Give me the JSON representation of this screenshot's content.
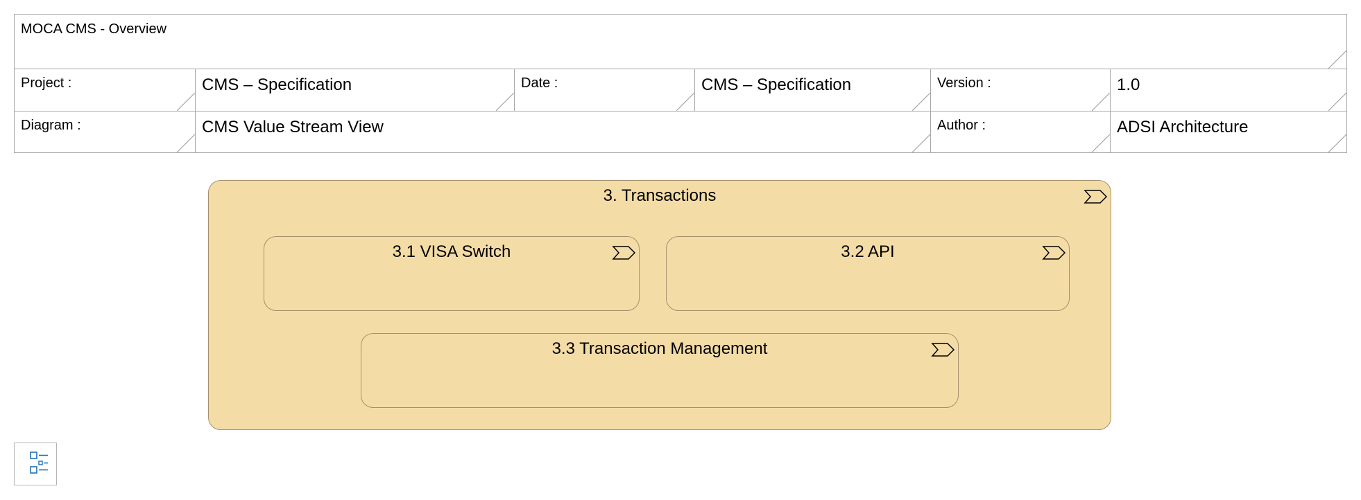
{
  "header": {
    "title": "MOCA CMS - Overview",
    "project_label": "Project :",
    "project_value": "CMS – Specification",
    "date_label": "Date :",
    "date_value": "CMS – Specification",
    "version_label": "Version :",
    "version_value": "1.0",
    "diagram_label": "Diagram :",
    "diagram_value": "CMS Value Stream View",
    "author_label": "Author :",
    "author_value": "ADSI Architecture"
  },
  "diagram": {
    "value_stream": {
      "label": "3. Transactions",
      "stages": [
        {
          "label": "3.1 VISA Switch"
        },
        {
          "label": "3.2 API"
        },
        {
          "label": "3.3 Transaction Management"
        }
      ]
    }
  },
  "legend_icon": "diagram-legend-icon",
  "colors": {
    "stage_fill": "#f4dca7",
    "stage_border": "#a4906e",
    "frame_border": "#a7a7a7",
    "legend_icon": "#1f6fb2"
  }
}
